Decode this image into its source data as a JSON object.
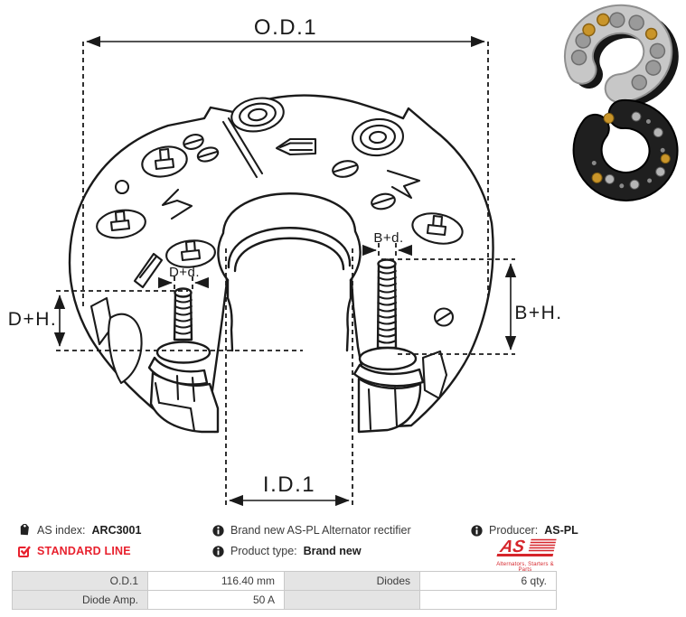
{
  "dimension_labels": {
    "od1": "O.D.1",
    "id1": "I.D.1",
    "d_h": "D+H.",
    "b_h": "B+H.",
    "d_d": "D+d.",
    "b_d": "B+d."
  },
  "footer": {
    "as_index_label": "AS index:",
    "as_index_value": "ARC3001",
    "standard_line": "STANDARD LINE",
    "description": "Brand new AS-PL Alternator rectifier",
    "product_type_label": "Product type:",
    "product_type_value": "Brand new",
    "producer_label": "Producer:",
    "producer_value": "AS-PL",
    "logo": {
      "text": "AS",
      "tagline": "Alternators, Starters & Parts"
    }
  },
  "spec_table": {
    "rows": [
      {
        "label_a": "O.D.1",
        "value_a": "116.40 mm",
        "label_b": "Diodes",
        "value_b": "6 qty."
      },
      {
        "label_a": "Diode Amp.",
        "value_a": "50 A",
        "label_b": "",
        "value_b": ""
      }
    ]
  },
  "colors": {
    "accent_red": "#e8212e",
    "logo_red": "#d6252b",
    "drawing_line": "#1a1a1a",
    "table_label_bg": "#e4e4e4",
    "table_border": "#c9c9c9"
  }
}
